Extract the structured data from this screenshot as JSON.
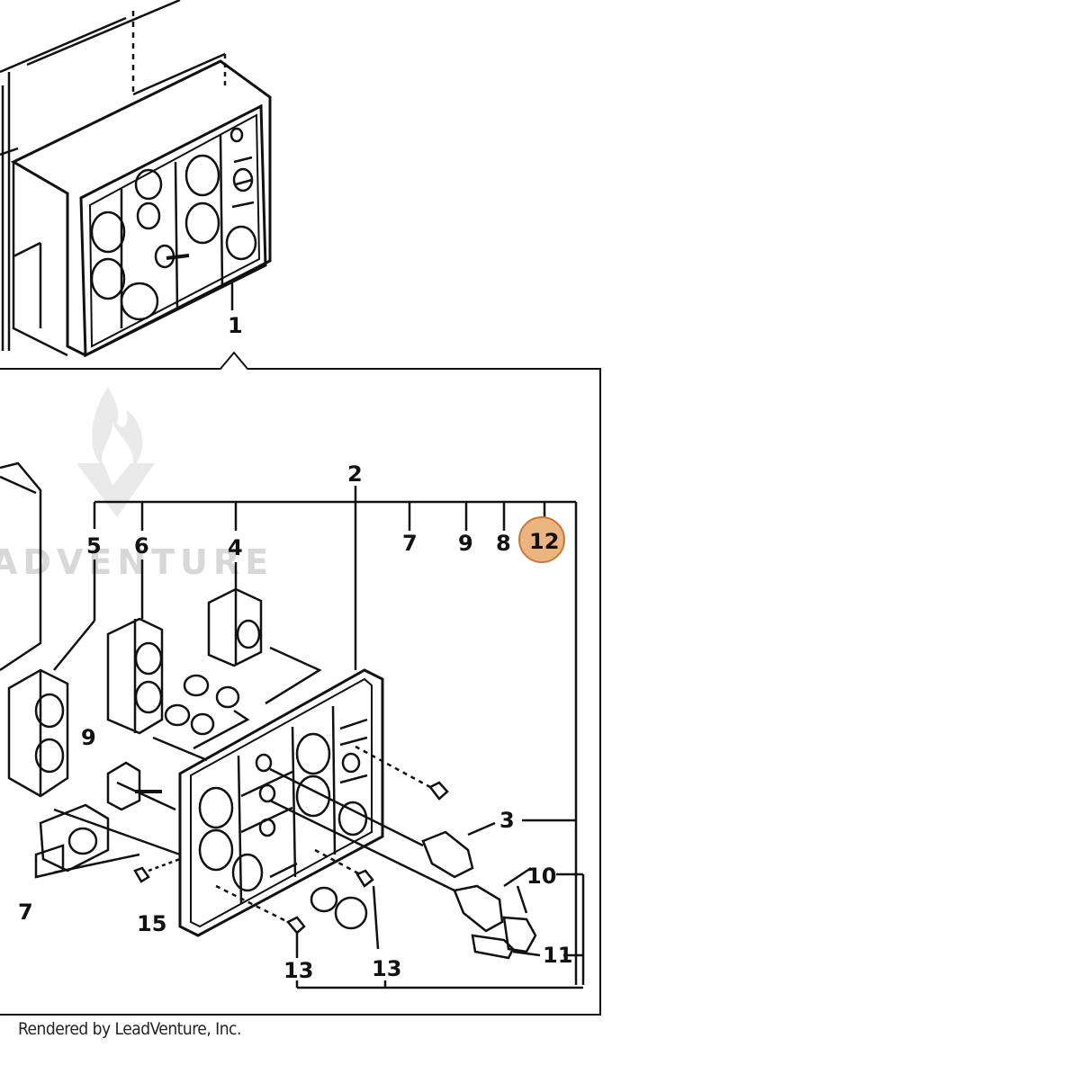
{
  "watermark": {
    "text": "ADVENTURE"
  },
  "callouts": {
    "c1": "1",
    "c2": "2",
    "c3": "3",
    "c4": "4",
    "c5": "5",
    "c6": "6",
    "c7a": "7",
    "c7b": "7",
    "c8": "8",
    "c9a": "9",
    "c9b": "9",
    "c10": "10",
    "c11": "11",
    "c12": "12",
    "c13a": "13",
    "c13b": "13",
    "c15": "15"
  },
  "highlight": {
    "label": "12",
    "color": "#e8a86b",
    "stroke": "#c8783a"
  },
  "footer": {
    "text": "Rendered by LeadVenture, Inc."
  }
}
